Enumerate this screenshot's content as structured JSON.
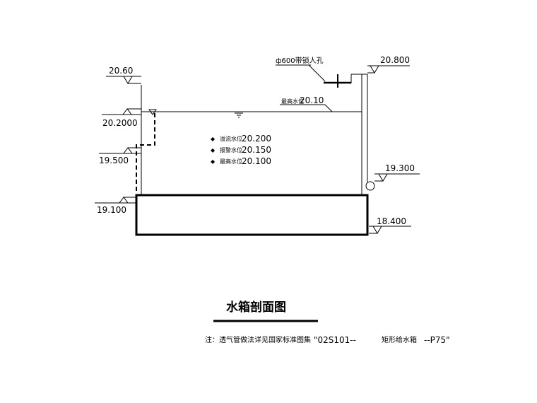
{
  "drawing": {
    "elevations": {
      "left_top": "20.60",
      "left_water": "20.2000",
      "left_mid": "19.500",
      "left_bottom": "19.100",
      "right_top": "20.800",
      "right_mid": "19.300",
      "right_bottom": "18.400"
    },
    "manhole_label": "ф600带锁人孔",
    "max_water_label": "最高水位",
    "max_water_value": "20.10",
    "levels": [
      {
        "label": "溢流水位",
        "value": "20.200"
      },
      {
        "label": "报警水位",
        "value": "20.150"
      },
      {
        "label": "最高水位",
        "value": "20.100"
      }
    ],
    "title": "水箱剖面图",
    "note_prefix": "注：透气管做法详见国家标准图集",
    "note_code": "\"02S101--",
    "note_middle": "矩形给水箱",
    "note_suffix": "--P75\""
  }
}
